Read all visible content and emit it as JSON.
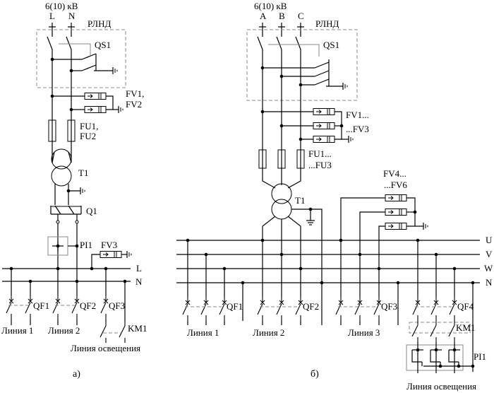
{
  "left": {
    "supply": "6(10) кВ",
    "phase_l": "L",
    "phase_n": "N",
    "rlnd": "РЛНД",
    "qs1": "QS1",
    "fv12_a": "FV1,",
    "fv12_b": "FV2",
    "fu12_a": "FU1,",
    "fu12_b": "FU2",
    "t1": "T1",
    "q1": "Q1",
    "pi1": "PI1",
    "fv3": "FV3",
    "bus_l": "L",
    "bus_n": "N",
    "qf1": "QF1",
    "qf2": "QF2",
    "qf3": "QF3",
    "km1": "KM1",
    "line1": "Линия 1",
    "line2": "Линия 2",
    "lighting": "Линия освещения",
    "caption": "а)"
  },
  "right": {
    "supply": "6(10) кВ",
    "phase_a": "A",
    "phase_b": "B",
    "phase_c": "C",
    "rlnd": "РЛНД",
    "qs1": "QS1",
    "fv13_a": "FV1...",
    "fv13_b": "...FV3",
    "fu13_a": "FU1...",
    "fu13_b": "...FU3",
    "t1": "T1",
    "fv46_a": "FV4...",
    "fv46_b": "...FV6",
    "bus_u": "U",
    "bus_v": "V",
    "bus_w": "W",
    "bus_n": "N",
    "qf1": "QF1",
    "qf2": "QF2",
    "qf3": "QF3",
    "qf4": "QF4",
    "km1": "KM1",
    "pi1": "PI1",
    "line1": "Линия 1",
    "line2": "Линия 2",
    "line3": "Линия 3",
    "lighting": "Линия освещения",
    "caption": "б)"
  }
}
